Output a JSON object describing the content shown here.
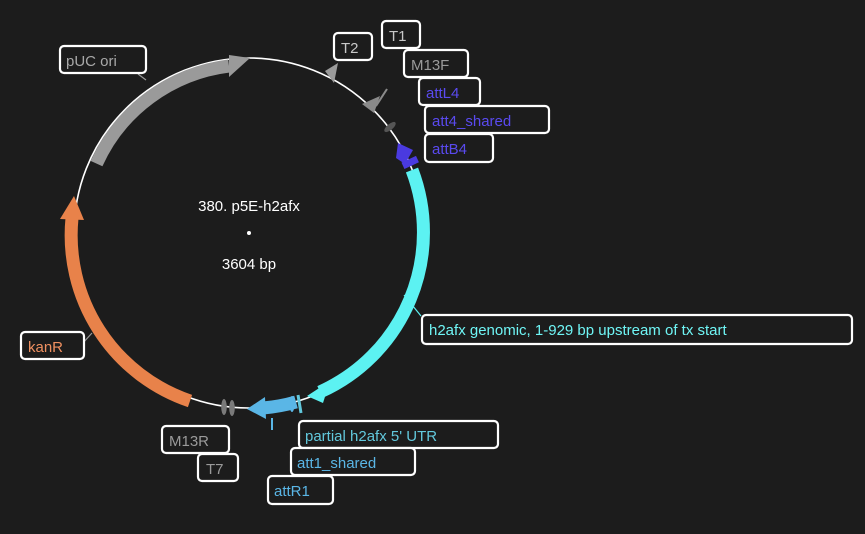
{
  "plasmid": {
    "name": "380. p5E-h2afx",
    "length_label": "3604 bp"
  },
  "colors": {
    "background": "#1c1c1c",
    "backbone": "#ffffff",
    "puc_ori": "#9a9a9a",
    "kanR": "#e8824a",
    "h2afx_genomic": "#5cf2f2",
    "partial_utr": "#5ab6e6",
    "att_L4_B4": "#4a3ae0",
    "terminator": "#8a8a8a"
  },
  "features": [
    {
      "id": "puc-ori",
      "label": "pUC ori",
      "type": "rep_origin",
      "color": "#9a9a9a",
      "text_color": "#a8a8a8"
    },
    {
      "id": "kanR",
      "label": "kanR",
      "type": "CDS",
      "color": "#e8824a",
      "text_color": "#f09060"
    },
    {
      "id": "h2afx-genomic",
      "label": "h2afx genomic, 1-929 bp upstream of tx start",
      "type": "misc_feature",
      "color": "#5cf2f2",
      "text_color": "#6ff5f5"
    },
    {
      "id": "partial-h2afx-5utr",
      "label": "partial h2afx 5' UTR",
      "type": "5'UTR",
      "color": "#5ab6e6",
      "text_color": "#62c8dc"
    },
    {
      "id": "att1-shared",
      "label": "att1_shared",
      "type": "misc_recomb",
      "color": "#5ab6e6",
      "text_color": "#5ab6e6"
    },
    {
      "id": "attR1",
      "label": "attR1",
      "type": "misc_recomb",
      "color": "#5ab6e6",
      "text_color": "#5ab6e6"
    },
    {
      "id": "attL4",
      "label": "attL4",
      "type": "misc_recomb",
      "color": "#4a3ae0",
      "text_color": "#5a4af0"
    },
    {
      "id": "att4-shared",
      "label": "att4_shared",
      "type": "misc_recomb",
      "color": "#4a3ae0",
      "text_color": "#5a4af0"
    },
    {
      "id": "attB4",
      "label": "attB4",
      "type": "misc_recomb",
      "color": "#4a3ae0",
      "text_color": "#5a4af0"
    },
    {
      "id": "T1",
      "label": "T1",
      "type": "terminator",
      "color": "#8a8a8a",
      "text_color": "#c8c8c8"
    },
    {
      "id": "T2",
      "label": "T2",
      "type": "terminator",
      "color": "#8a8a8a",
      "text_color": "#c8c8c8"
    },
    {
      "id": "M13F",
      "label": "M13F",
      "type": "primer_bind",
      "color": "#8a8a8a",
      "text_color": "#9a9a9a"
    },
    {
      "id": "M13R",
      "label": "M13R",
      "type": "primer_bind",
      "color": "#8a8a8a",
      "text_color": "#9a9a9a"
    },
    {
      "id": "T7",
      "label": "T7",
      "type": "promoter",
      "color": "#8a8a8a",
      "text_color": "#9a9a9a"
    }
  ]
}
